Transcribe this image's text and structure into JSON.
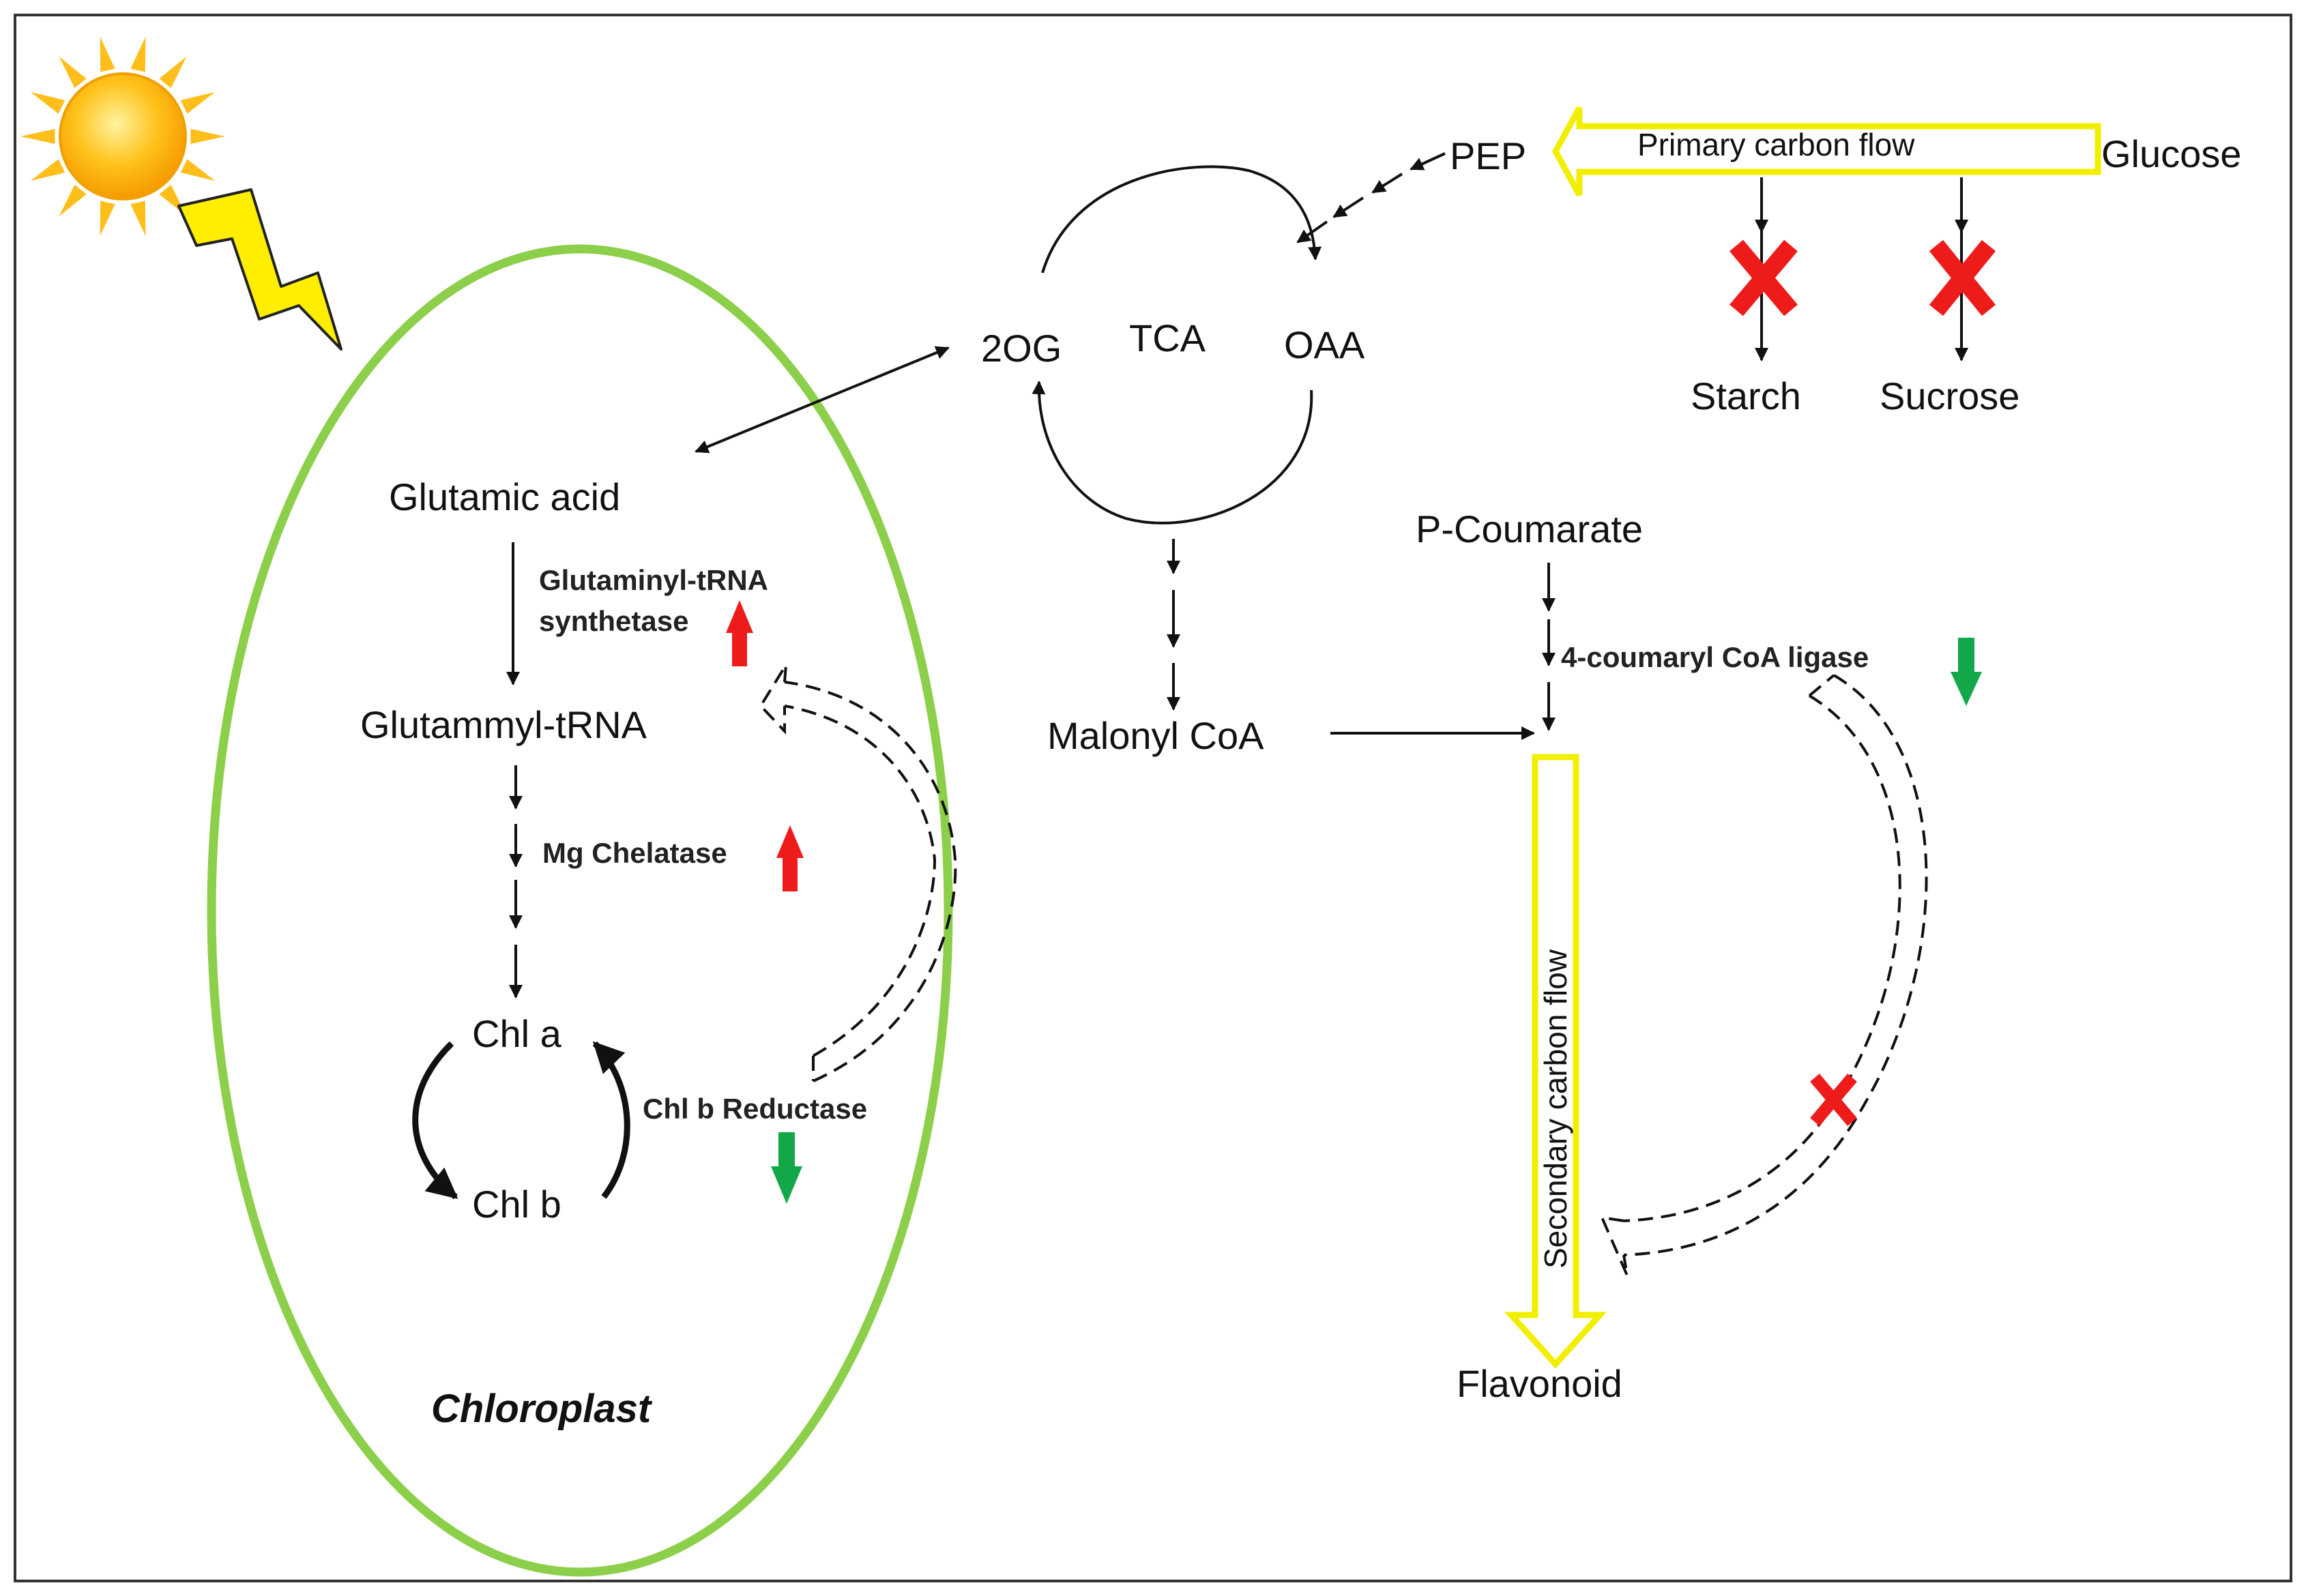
{
  "labels": {
    "glucose": "Glucose",
    "pep": "PEP",
    "primary_flow": "Primary carbon flow",
    "starch": "Starch",
    "sucrose": "Sucrose",
    "tca": "TCA",
    "og2": "2OG",
    "oaa": "OAA",
    "glutamic_acid": "Glutamic acid",
    "glutaminyl_synthetase_line1": "Glutaminyl-tRNA",
    "glutaminyl_synthetase_line2": "synthetase",
    "glutammyl_trna": "Glutammyl-tRNA",
    "mg_chelatase": "Mg Chelatase",
    "chl_a": "Chl a",
    "chl_b": "Chl b",
    "chl_b_reductase": "Chl b Reductase",
    "chloroplast": "Chloroplast",
    "malonyl_coa": "Malonyl CoA",
    "p_coumarate": "P-Coumarate",
    "coumaryl_ligase": "4-coumaryl CoA ligase",
    "secondary_flow": "Secondary carbon flow",
    "flavonoid": "Flavonoid"
  },
  "regulation": {
    "glutaminyl_trna_synthetase": "up",
    "mg_chelatase": "up",
    "chl_b_reductase": "down",
    "coumaryl_coa_ligase": "down",
    "blocked_steps": [
      "starch",
      "sucrose",
      "feedback-to-flavonoid"
    ]
  },
  "colors": {
    "chloroplast_outline": "#8ccf4a",
    "carbon_flow_arrow": "#f2ee00",
    "up_arrow": "#ee1b1b",
    "down_arrow": "#12a84a",
    "block_mark": "#ee1b1b",
    "sun": "#ffbe1a",
    "lightning": "#ffee00"
  },
  "icons": [
    "sun-icon",
    "lightning-icon"
  ]
}
